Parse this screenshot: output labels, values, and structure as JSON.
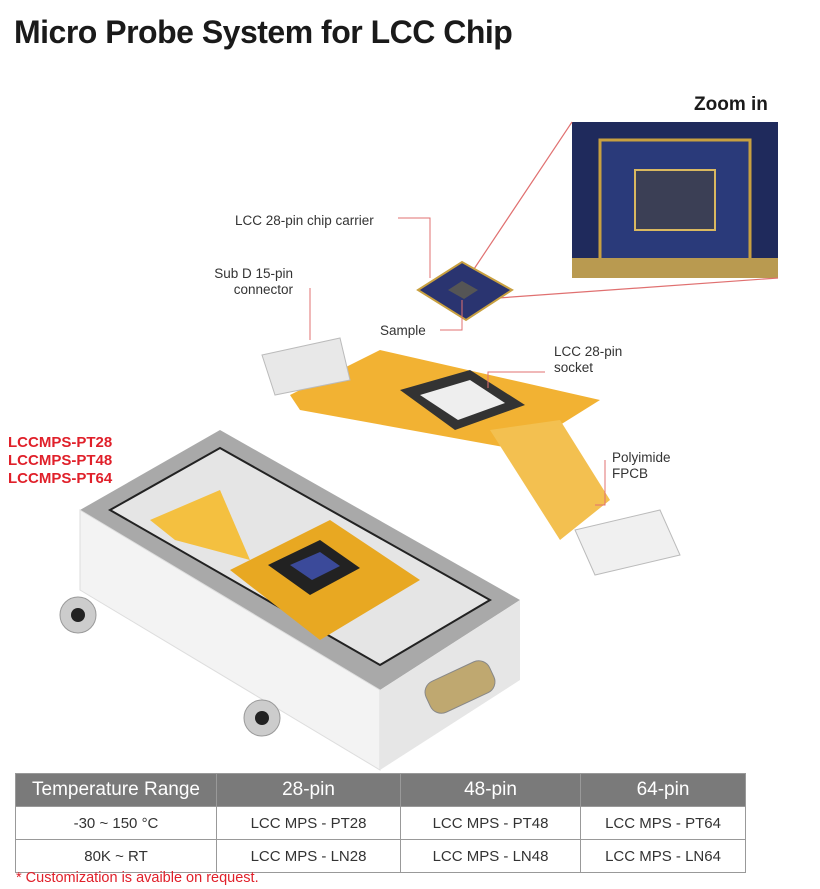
{
  "title": "Micro Probe System for LCC Chip",
  "zoom_label": "Zoom in",
  "callouts": {
    "chip_carrier": "LCC 28-pin chip carrier",
    "subd": [
      "Sub D 15-pin",
      "connector"
    ],
    "sample": "Sample",
    "socket": [
      "LCC 28-pin",
      "socket"
    ],
    "fpcb": [
      "Polyimide",
      "FPCB"
    ]
  },
  "models": [
    "LCCMPS-PT28",
    "LCCMPS-PT48",
    "LCCMPS-PT64"
  ],
  "table": {
    "headers": [
      "Temperature Range",
      "28-pin",
      "48-pin",
      "64-pin"
    ],
    "rows": [
      [
        "-30 ~ 150 °C",
        "LCC MPS - PT28",
        "LCC MPS - PT48",
        "LCC MPS - PT64"
      ],
      [
        "80K ~ RT",
        "LCC MPS - LN28",
        "LCC MPS - LN48",
        "LCC MPS - LN64"
      ]
    ]
  },
  "note": "* Customization is avaible on request.",
  "colors": {
    "accent": "#e0202a",
    "gold": "#f2b233",
    "header": "#7a7a7a"
  }
}
